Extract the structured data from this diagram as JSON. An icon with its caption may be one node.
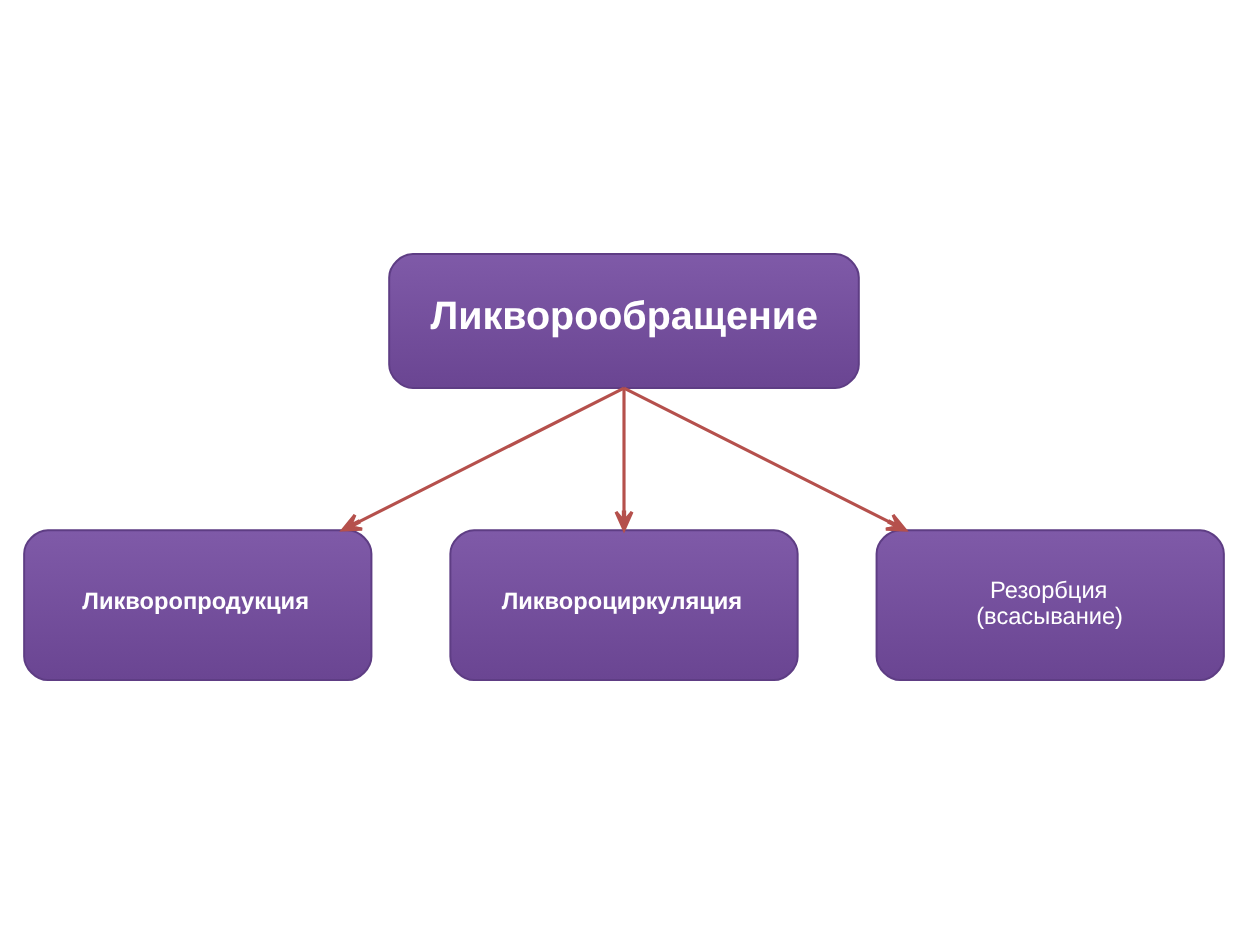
{
  "diagram": {
    "nodes": [
      {
        "text": [
          "Ликворообращение"
        ]
      },
      {
        "text": [
          "Ликворопродукция"
        ]
      },
      {
        "text": [
          "Ликвороциркуляция"
        ]
      },
      {
        "text": [
          "Резорбция (всасывание)"
        ]
      }
    ],
    "edges": [
      {
        "from": 0,
        "to": 1,
        "arrow": "to"
      },
      {
        "from": 0,
        "to": 2,
        "arrow": "to"
      },
      {
        "from": 0,
        "to": 3,
        "arrow": "to"
      }
    ]
  }
}
